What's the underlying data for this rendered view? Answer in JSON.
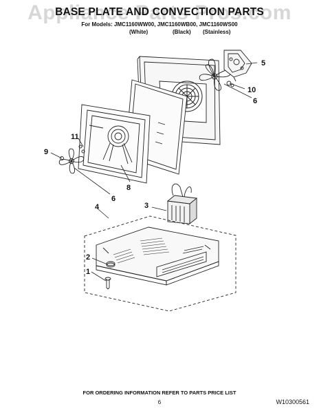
{
  "header": {
    "title": "BASE PLATE AND CONVECTION PARTS",
    "watermark": "Appliance Parts Pros.com",
    "models": "For Models: JMC1160WW00, JMC1160WB00, JMC1160WS00",
    "finishes": [
      "(White)",
      "(Black)",
      "(Stainless)"
    ]
  },
  "diagram": {
    "callouts": [
      "1",
      "2",
      "3",
      "4",
      "5",
      "6",
      "6",
      "8",
      "9",
      "10",
      "11"
    ]
  },
  "footer": {
    "ordering_note": "FOR ORDERING INFORMATION REFER TO PARTS PRICE LIST",
    "page_number": "6",
    "document_number": "W10300561"
  }
}
